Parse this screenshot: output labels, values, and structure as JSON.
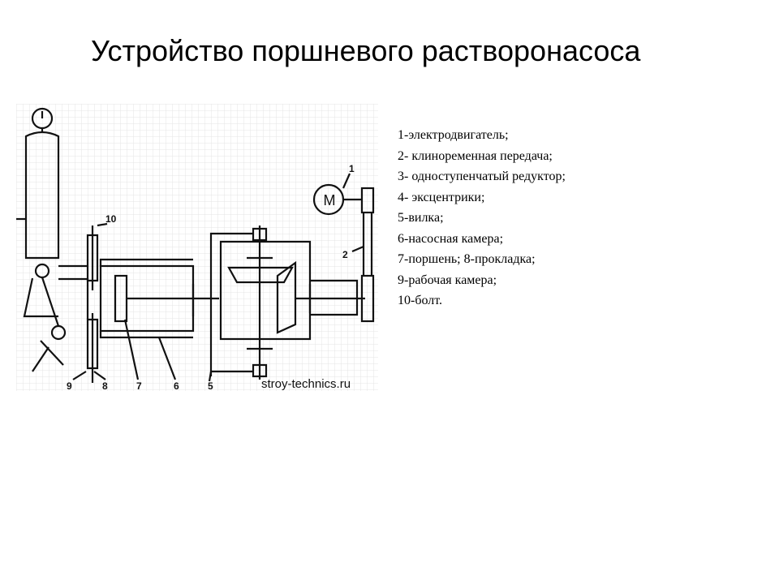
{
  "slide": {
    "title": "Устройство поршневого растворонасоса"
  },
  "diagram": {
    "callouts": [
      "1",
      "2",
      "5",
      "6",
      "7",
      "8",
      "9",
      "10"
    ],
    "motor_label": "М",
    "watermark": "stroy-technics.ru"
  },
  "legend": {
    "items": [
      "1-электродвигатель;",
      "2- клиноременная передача;",
      "3- одноступенчатый редуктор;",
      "4- эксцентрики;",
      "5-вилка;",
      "6-насосная камера;",
      "7-поршень; 8-прокладка;",
      "9-рабочая камера;",
      "10-болт."
    ]
  }
}
